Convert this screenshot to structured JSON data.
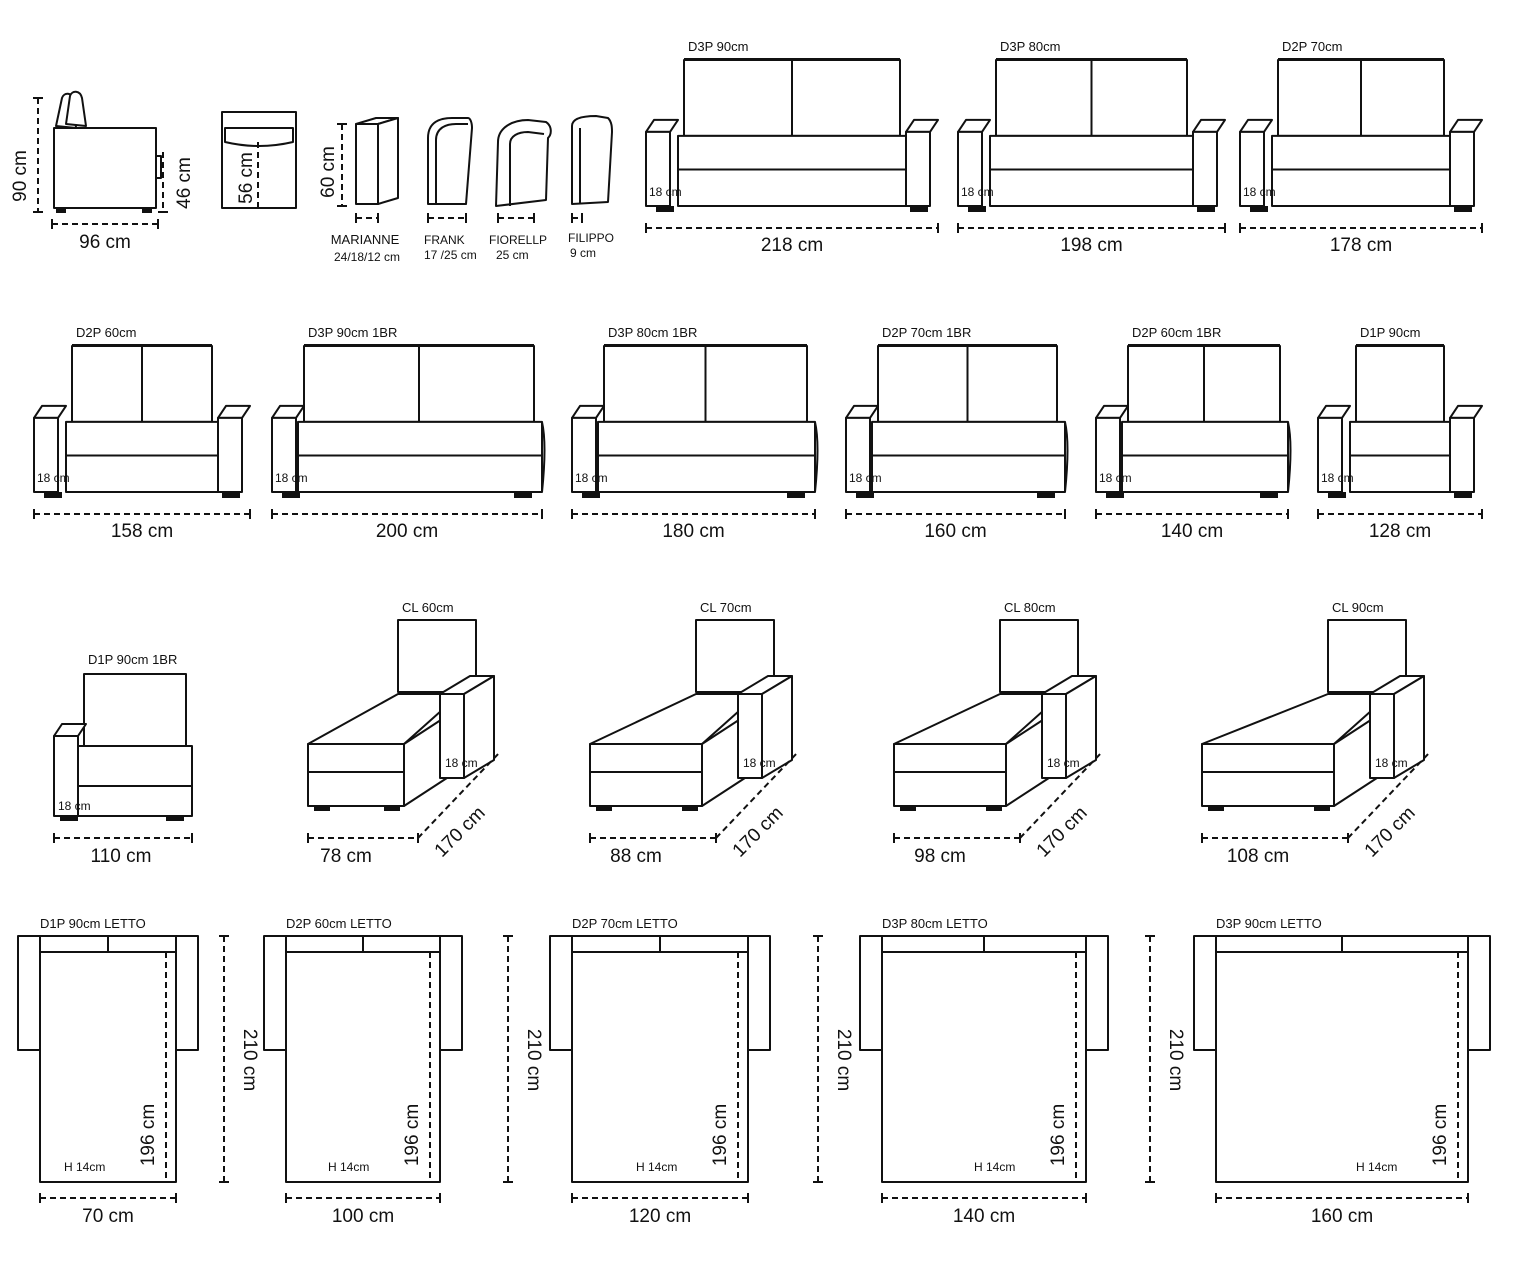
{
  "side": {
    "height": "90 cm",
    "seat": "46 cm",
    "depth": "96 cm",
    "inner": "56 cm"
  },
  "armrests": {
    "height": "60 cm",
    "items": [
      {
        "name": "MARIANNE",
        "size": "24/18/12 cm"
      },
      {
        "name": "FRANK",
        "size": "17 /25 cm"
      },
      {
        "name": "FIORELLP",
        "size": "25 cm"
      },
      {
        "name": "FILIPPO",
        "size": "9 cm"
      }
    ]
  },
  "arm_note": "18 cm",
  "row1": [
    {
      "name": "D3P 90cm",
      "width": "218 cm"
    },
    {
      "name": "D3P 80cm",
      "width": "198 cm"
    },
    {
      "name": "D2P 70cm",
      "width": "178 cm"
    }
  ],
  "row2": [
    {
      "name": "D2P 60cm",
      "width": "158 cm"
    },
    {
      "name": "D3P 90cm 1BR",
      "width": "200 cm"
    },
    {
      "name": "D3P 80cm 1BR",
      "width": "180 cm"
    },
    {
      "name": "D2P 70cm 1BR",
      "width": "160 cm"
    },
    {
      "name": "D2P 60cm 1BR",
      "width": "140 cm"
    },
    {
      "name": "D1P 90cm",
      "width": "128 cm"
    }
  ],
  "row3": {
    "single": {
      "name": "D1P 90cm 1BR",
      "width": "110 cm"
    },
    "chaise_depth": "170 cm",
    "chaises": [
      {
        "name": "CL 60cm",
        "width": "78 cm"
      },
      {
        "name": "CL 70cm",
        "width": "88 cm"
      },
      {
        "name": "CL 80cm",
        "width": "98 cm"
      },
      {
        "name": "CL 90cm",
        "width": "108 cm"
      }
    ]
  },
  "row4": {
    "length": "210 cm",
    "mattress": "196 cm",
    "thickness": "H 14cm",
    "beds": [
      {
        "name": "D1P 90cm LETTO",
        "width": "70 cm"
      },
      {
        "name": "D2P 60cm LETTO",
        "width": "100 cm"
      },
      {
        "name": "D2P 70cm LETTO",
        "width": "120 cm"
      },
      {
        "name": "D3P 80cm LETTO",
        "width": "140 cm"
      },
      {
        "name": "D3P 90cm LETTO",
        "width": "160 cm"
      }
    ]
  }
}
